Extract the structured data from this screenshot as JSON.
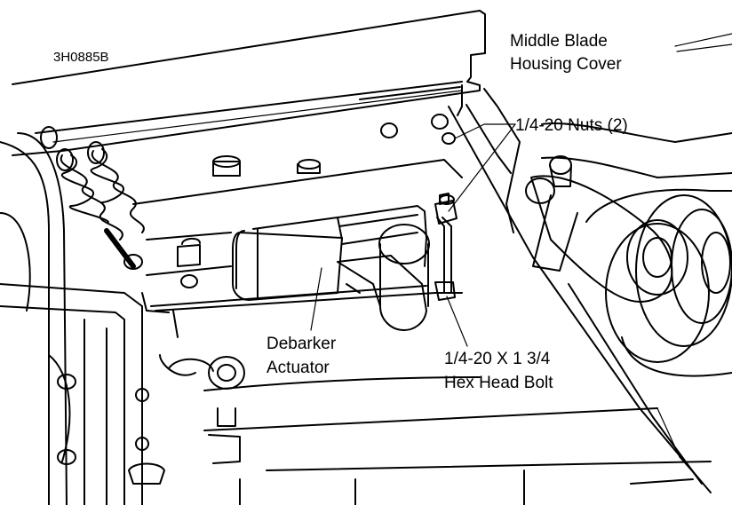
{
  "figure_id": "3H0885B",
  "callouts": {
    "cover_line1": "Middle Blade",
    "cover_line2": "Housing Cover",
    "nuts": "1/4-20 Nuts (2)",
    "actuator_line1": "Debarker",
    "actuator_line2": "Actuator",
    "bolt_line1": "1/4-20 X 1 3/4",
    "bolt_line2": "Hex Head Bolt"
  },
  "colors": {
    "ink": "#000000",
    "paper": "#ffffff",
    "shade": "#e6e6e6"
  }
}
